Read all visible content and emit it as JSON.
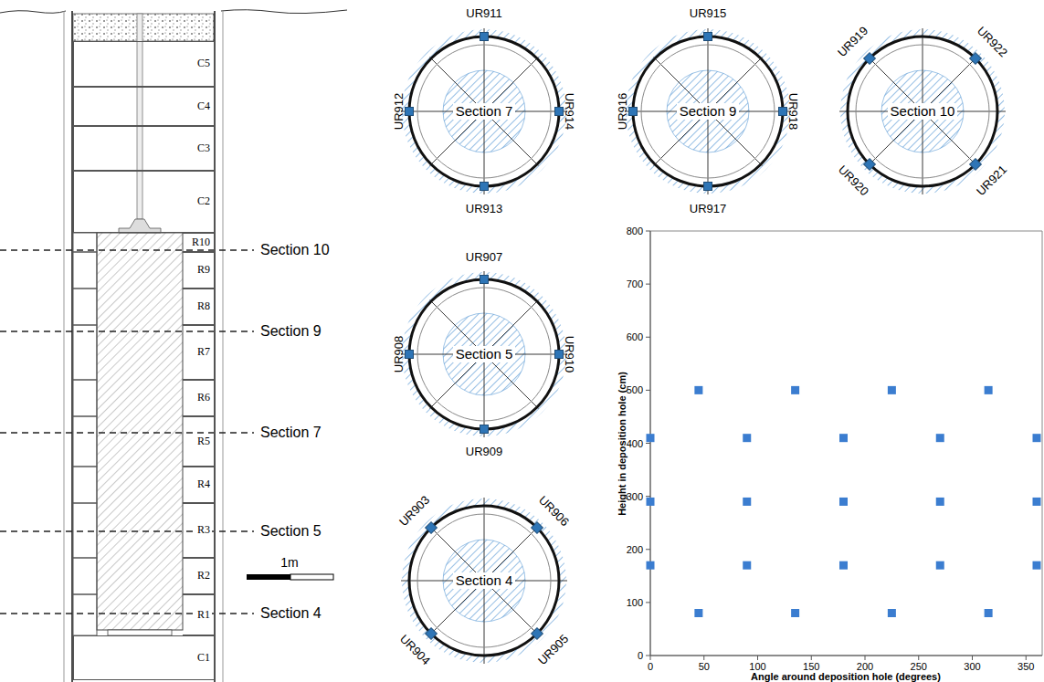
{
  "diagram": {
    "nodes": [
      {
        "text": [
          "C5"
        ]
      },
      {
        "text": [
          "C4"
        ]
      },
      {
        "text": [
          "C3"
        ]
      },
      {
        "text": [
          "C2"
        ]
      },
      {
        "text": [
          "R10"
        ]
      },
      {
        "text": [
          "R9"
        ]
      },
      {
        "text": [
          "R8"
        ]
      },
      {
        "text": [
          "R7"
        ]
      },
      {
        "text": [
          "R6"
        ]
      },
      {
        "text": [
          "R5"
        ]
      },
      {
        "text": [
          "R4"
        ]
      },
      {
        "text": [
          "R3"
        ]
      },
      {
        "text": [
          "R2"
        ]
      },
      {
        "text": [
          "R1"
        ]
      },
      {
        "text": [
          "C1"
        ]
      },
      {
        "text": [
          "Section 7"
        ]
      },
      {
        "text": [
          "Section 9"
        ]
      },
      {
        "text": [
          "Section 10"
        ]
      },
      {
        "text": [
          "Section 5"
        ]
      },
      {
        "text": [
          "Section 4"
        ]
      }
    ],
    "labels": [
      "Section 10",
      "Section 9",
      "Section 7",
      "Section 5",
      "Section 4",
      "1m",
      "UR911",
      "UR912",
      "UR913",
      "UR914",
      "UR915",
      "UR916",
      "UR917",
      "UR918",
      "UR919",
      "UR922",
      "UR920",
      "UR921",
      "UR907",
      "UR908",
      "UR909",
      "UR910",
      "UR903",
      "UR906",
      "UR904",
      "UR905",
      "800",
      "700",
      "600",
      "500",
      "400",
      "300",
      "200",
      "100",
      "0",
      "0",
      "50",
      "100",
      "150",
      "200",
      "250",
      "300",
      "350",
      "Height in deposition hole (cm)",
      "Angle around deposition hole (degrees)"
    ]
  }
}
